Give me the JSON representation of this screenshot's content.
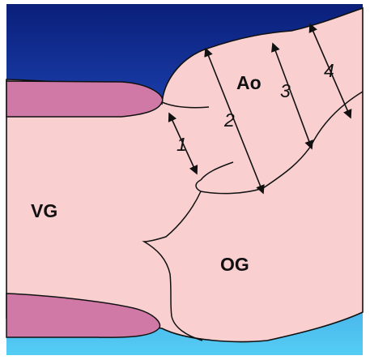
{
  "diagram": {
    "labels": {
      "vg": "VG",
      "ao": "Ao",
      "og": "OG"
    },
    "measurements": [
      {
        "id": "1",
        "label": "1"
      },
      {
        "id": "2",
        "label": "2"
      },
      {
        "id": "3",
        "label": "3"
      },
      {
        "id": "4",
        "label": "4"
      }
    ],
    "colors": {
      "background_top": "#0a1f7a",
      "background_bottom": "#4fc8f2",
      "tissue_fill": "#f9cfd0",
      "valve_leaflet_fill": "#d079a6",
      "outline": "#111111"
    }
  }
}
